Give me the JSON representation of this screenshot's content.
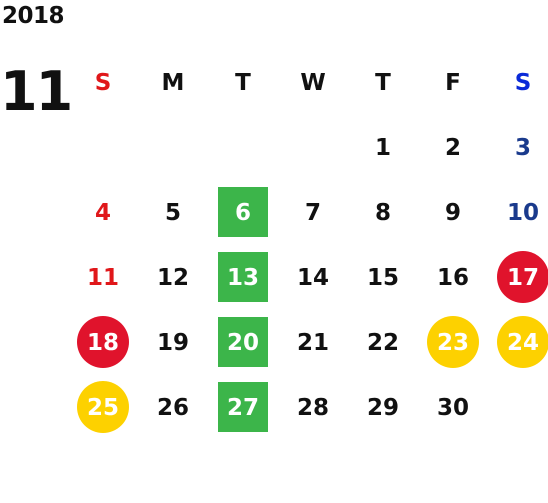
{
  "year": "2018",
  "month": "11",
  "weekdays": [
    "S",
    "M",
    "T",
    "W",
    "T",
    "F",
    "S"
  ],
  "weeks": [
    [
      "",
      "",
      "",
      "",
      "1",
      "2",
      "3"
    ],
    [
      "4",
      "5",
      "6",
      "7",
      "8",
      "9",
      "10"
    ],
    [
      "11",
      "12",
      "13",
      "14",
      "15",
      "16",
      "17"
    ],
    [
      "18",
      "19",
      "20",
      "21",
      "22",
      "23",
      "24"
    ],
    [
      "25",
      "26",
      "27",
      "28",
      "29",
      "30",
      ""
    ]
  ],
  "highlights": {
    "green_square": [
      "6",
      "13",
      "20",
      "27"
    ],
    "red_circle": [
      "17",
      "18"
    ],
    "yellow_circle": [
      "23",
      "24",
      "25"
    ]
  },
  "colors": {
    "sunday": "#e0171a",
    "saturday": "#1a3a8c",
    "saturday_header": "#0a2ad8",
    "green": "#3cb54a",
    "red": "#e0132c",
    "yellow": "#fdd100"
  }
}
